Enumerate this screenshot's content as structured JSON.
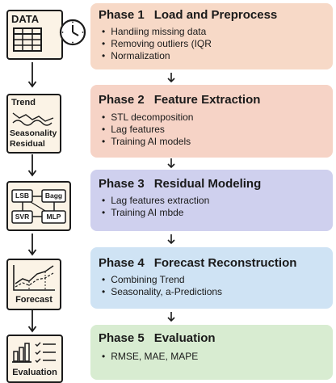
{
  "colors": {
    "phase1": "#f7d9c7",
    "phase2": "#f6d3c6",
    "phase3": "#cfd0ee",
    "phase4": "#cfe3f4",
    "phase5": "#d8ecd1",
    "icon_bg": "#fbf3e6",
    "outline": "#1b1b1b"
  },
  "icons": {
    "phase1": {
      "label": "DATA",
      "icon": "table-clock-icon"
    },
    "phase2": {
      "label_top": "Trend",
      "label_mid": "Seasonality",
      "label_bottom": "Residual",
      "icon": "decomposition-wave-icon"
    },
    "phase3": {
      "nodes": [
        "LSB",
        "Bagg",
        "SVR",
        "MLP"
      ],
      "icon": "model-ensemble-icon"
    },
    "phase4": {
      "label": "Forecast",
      "icon": "forecast-chart-icon"
    },
    "phase5": {
      "label": "Evaluation",
      "icon": "bar-checklist-icon"
    }
  },
  "phases": [
    {
      "num": "Phase 1",
      "title": "Load and Preprocess",
      "bullets": [
        "Handiing missing data",
        "Removing outliers (IQR",
        "Normalization"
      ]
    },
    {
      "num": "Phase 2",
      "title": "Feature Extraction",
      "bullets": [
        "STL decomposition",
        "Lag features",
        "Training AI models"
      ]
    },
    {
      "num": "Phase 3",
      "title": "Residual Modeling",
      "bullets": [
        "Lag features extraction",
        "Training AI mbde"
      ]
    },
    {
      "num": "Phase 4",
      "title": "Forecast Reconstruction",
      "bullets": [
        "Combining Trend",
        "Seasonality, a-Predictions"
      ]
    },
    {
      "num": "Phase 5",
      "title": "Evaluation",
      "bullets": [
        "RMSE, MAE, MAPE"
      ]
    }
  ]
}
